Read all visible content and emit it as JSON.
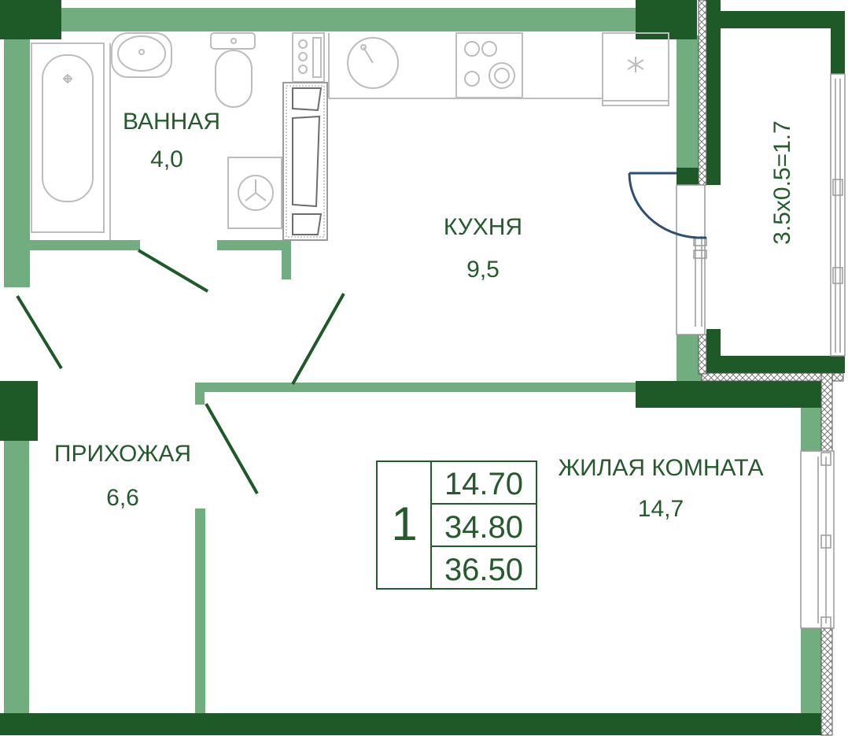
{
  "rooms": {
    "bathroom": {
      "name": "ВАННАЯ",
      "area": "4,0"
    },
    "kitchen": {
      "name": "КУХНЯ",
      "area": "9,5"
    },
    "hallway": {
      "name": "ПРИХОЖАЯ",
      "area": "6,6"
    },
    "living": {
      "name": "ЖИЛАЯ КОМНАТА",
      "area": "14,7"
    },
    "balcony": {
      "label": "3.5x0.5=1.7"
    }
  },
  "summary": {
    "rooms_count": "1",
    "living_area": "14.70",
    "total_area": "34.80",
    "total_with_balcony": "36.50"
  },
  "colors": {
    "wall_dark": "#1e5a27",
    "wall_light": "#72ad80",
    "text": "#245a2c",
    "fixture": "#bdbdbd",
    "door_arc": "#2f4f6f"
  }
}
